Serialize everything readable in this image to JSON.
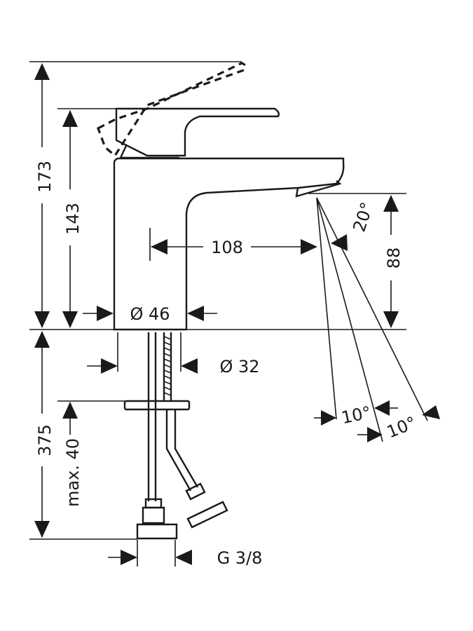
{
  "dimensions": {
    "total_height": "173",
    "body_height": "143",
    "spout_reach": "108",
    "spout_height": "88",
    "body_diameter": "Ø 46",
    "shank_diameter": "Ø 32",
    "below_deck_length": "375",
    "max_counter_thickness": "max. 40",
    "thread": "G 3/8",
    "jet_angle": "20°",
    "swing_angle_1": "10°",
    "swing_angle_2": "10°"
  }
}
